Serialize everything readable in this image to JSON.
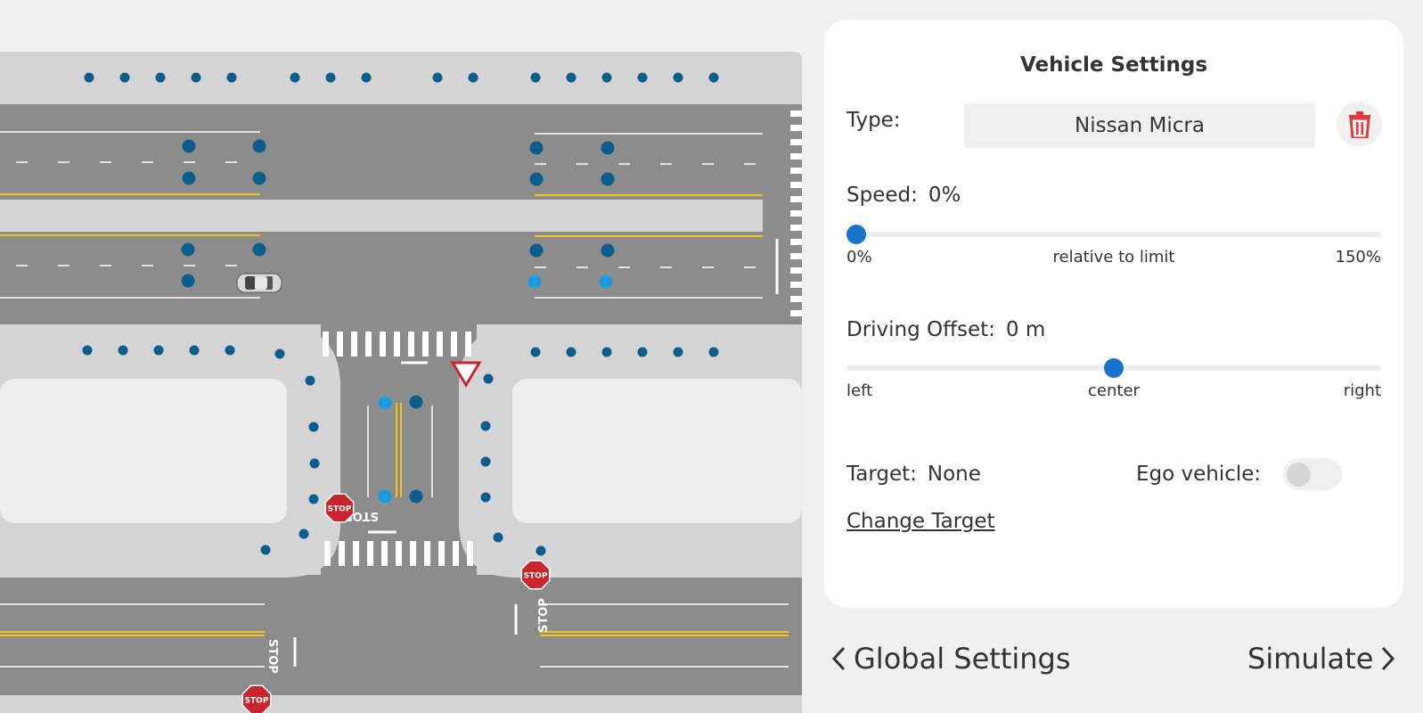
{
  "panel": {
    "title": "Vehicle Settings",
    "type_label": "Type:",
    "type_value": "Nissan Micra",
    "speed_label": "Speed:",
    "speed_value": "0%",
    "speed_slider": {
      "value_fraction": 0.0,
      "min_label": "0%",
      "mid_label": "relative to limit",
      "max_label": "150%"
    },
    "offset_label": "Driving Offset:",
    "offset_value": "0 m",
    "offset_slider": {
      "value_fraction": 0.5,
      "min_label": "left",
      "mid_label": "center",
      "max_label": "right"
    },
    "target_label": "Target:",
    "target_value": "None",
    "ego_label": "Ego vehicle:",
    "ego_enabled": false,
    "change_target": "Change Target"
  },
  "nav": {
    "back_label": "Global Settings",
    "next_label": "Simulate"
  },
  "map": {
    "road_markings": [
      "STOP",
      "STOP",
      "STOP"
    ],
    "stop_sign_text": "STOP",
    "colors": {
      "road": "#8c8c8c",
      "sidewalk": "#d4d4d4",
      "lot": "#ededed",
      "waypoint_dark": "#0b5d8e",
      "waypoint_light": "#1e9be0",
      "yellow_line": "#f0c419",
      "stop_sign": "#c9252c"
    }
  },
  "colors": {
    "accent": "#1a73c8",
    "delete": "#e23b3b",
    "panel_bg": "#ffffff",
    "page_bg": "#f0f0f0"
  }
}
